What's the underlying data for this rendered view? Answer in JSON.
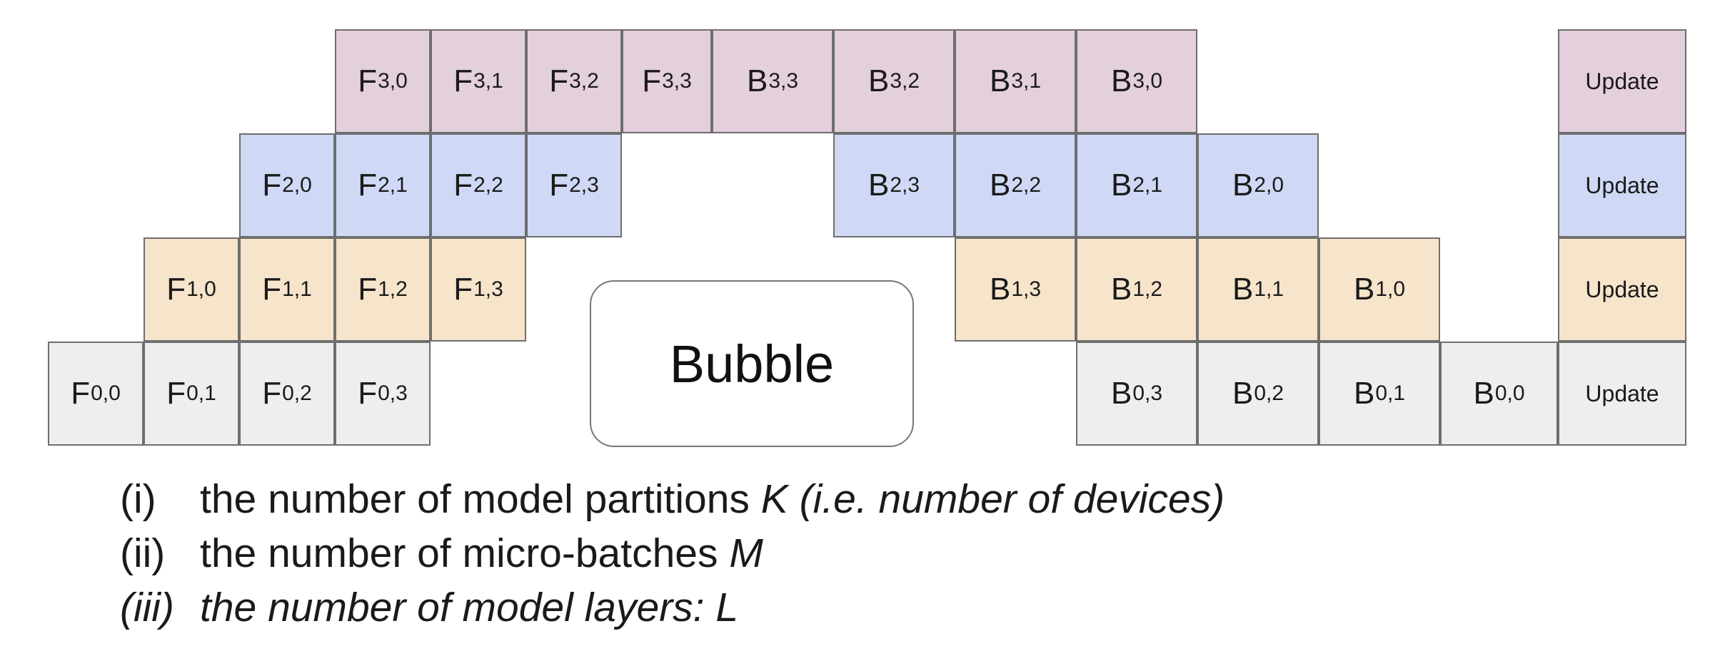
{
  "stages": [
    {
      "stage": 3,
      "color": "#e4cfdc",
      "forward": [
        "F3,0",
        "F3,1",
        "F3,2",
        "F3,3"
      ],
      "backward": [
        "B3,3",
        "B3,2",
        "B3,1",
        "B3,0"
      ],
      "update": "Update"
    },
    {
      "stage": 2,
      "color": "#cfd9f5",
      "forward": [
        "F2,0",
        "F2,1",
        "F2,2",
        "F2,3"
      ],
      "backward": [
        "B2,3",
        "B2,2",
        "B2,1",
        "B2,0"
      ],
      "update": "Update"
    },
    {
      "stage": 1,
      "color": "#f6e4cb",
      "forward": [
        "F1,0",
        "F1,1",
        "F1,2",
        "F1,3"
      ],
      "backward": [
        "B1,3",
        "B1,2",
        "B1,1",
        "B1,0"
      ],
      "update": "Update"
    },
    {
      "stage": 0,
      "color": "#eeeeee",
      "forward": [
        "F0,0",
        "F0,1",
        "F0,2",
        "F0,3"
      ],
      "backward": [
        "B0,3",
        "B0,2",
        "B0,1",
        "B0,0"
      ],
      "update": "Update"
    }
  ],
  "bubble": {
    "label": "Bubble"
  },
  "legend": [
    {
      "number": "(i)",
      "text": "the number of model partitions ",
      "symbol": "K",
      "note": " (i.e. number of devices)"
    },
    {
      "number": "(ii)",
      "text": "the number of micro-batches ",
      "symbol": "M",
      "note": ""
    },
    {
      "number": "(iii)",
      "text": "the number of model layers: L",
      "symbol": "",
      "note": ""
    }
  ]
}
